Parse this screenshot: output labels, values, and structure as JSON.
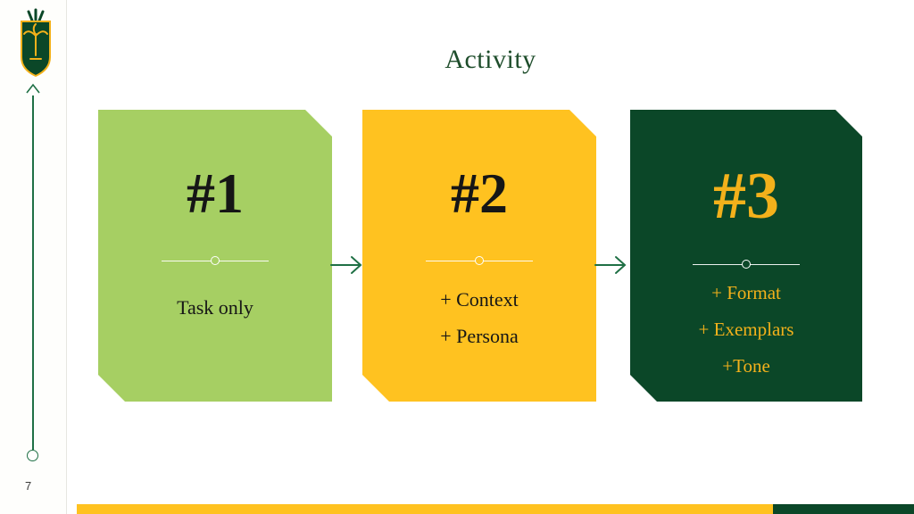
{
  "slide": {
    "title": "Activity",
    "page_number": "7"
  },
  "cards": [
    {
      "number": "#1",
      "lines": [
        "Task only"
      ]
    },
    {
      "number": "#2",
      "lines": [
        "+ Context",
        "+ Persona"
      ]
    },
    {
      "number": "#3",
      "lines": [
        "+ Format",
        "+ Exemplars",
        "+Tone"
      ]
    }
  ],
  "icons": {
    "logo": "school-crest-logo",
    "flow_arrow": "right-arrow-icon",
    "timeline_arrow": "up-arrow-icon",
    "timeline_end": "circle-marker-icon"
  },
  "colors": {
    "card1_bg": "#A6CF63",
    "card2_bg": "#FFC220",
    "card3_bg": "#0B4728",
    "card12_text": "#161616",
    "card3_text": "#F3B11B",
    "title_text": "#1E4D2B",
    "arrow": "#1F7045",
    "divider": "#FFFFFF",
    "footer_gold": "#FFC220",
    "footer_green": "#0B4728",
    "logo_green": "#0B4728",
    "logo_gold": "#F3B11B",
    "page_number_text": "#3C3C3B",
    "rail_border": "#E7E6E1"
  }
}
